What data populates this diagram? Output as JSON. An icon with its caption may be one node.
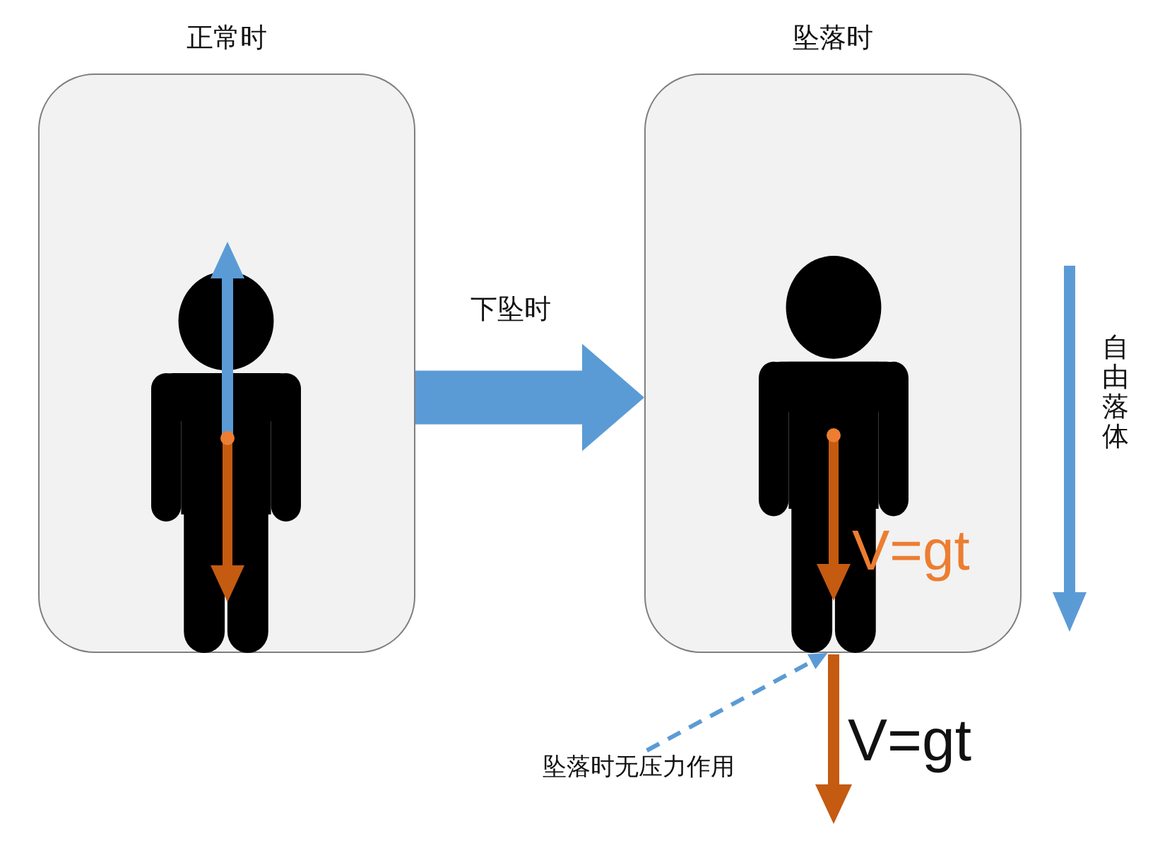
{
  "diagram": {
    "nodes": [
      {
        "text": [
          "正常时"
        ]
      },
      {
        "text": [
          "坠落时"
        ]
      },
      {
        "text": [],
        "shape": "person",
        "in": 0
      },
      {
        "text": [],
        "shape": "person",
        "in": 1
      },
      {
        "text": [
          "坠落时无压力作用"
        ]
      }
    ],
    "edges": [
      {
        "from": 0,
        "to": 1,
        "arrow": "to",
        "label": "下坠时",
        "style": "thick"
      },
      {
        "from": 4,
        "to": 3,
        "arrow": "to",
        "style": "dashed"
      }
    ],
    "labels": [
      "自由落体",
      "V=gt",
      "V=gt"
    ]
  }
}
